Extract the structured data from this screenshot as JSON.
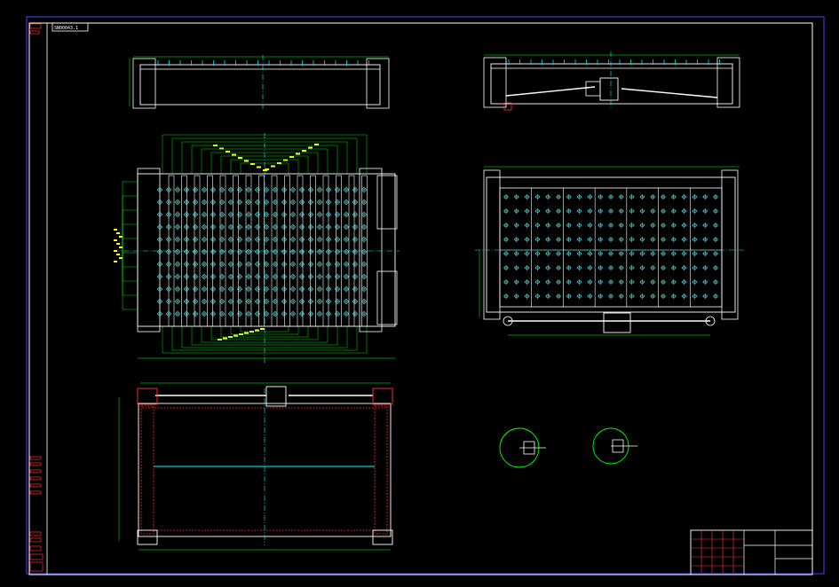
{
  "drawing": {
    "colors": {
      "background": "#000000",
      "frame": "#ffffff",
      "outer_border": "#3a3ad8",
      "dimension": "#00ff00",
      "dim_text": "#ffff00",
      "centerline": "#00ffff",
      "part_outline": "#ffffff",
      "hole": "#00ffff",
      "hatch": "#ff3030",
      "title_block": "#ff3030"
    },
    "code_box": "SN00043.1",
    "views": {
      "top_left_label": "",
      "top_right_label": "",
      "plan_left_label": "",
      "plan_right_label": "",
      "bottom_left_label": "",
      "detail_left_label": "",
      "detail_right_label": ""
    },
    "note": "",
    "title_block": {
      "name": "",
      "drawing_no": "",
      "scale": ""
    },
    "icons": [
      "centerline-symbol",
      "hole-marker-icon",
      "motor-symbol"
    ]
  }
}
